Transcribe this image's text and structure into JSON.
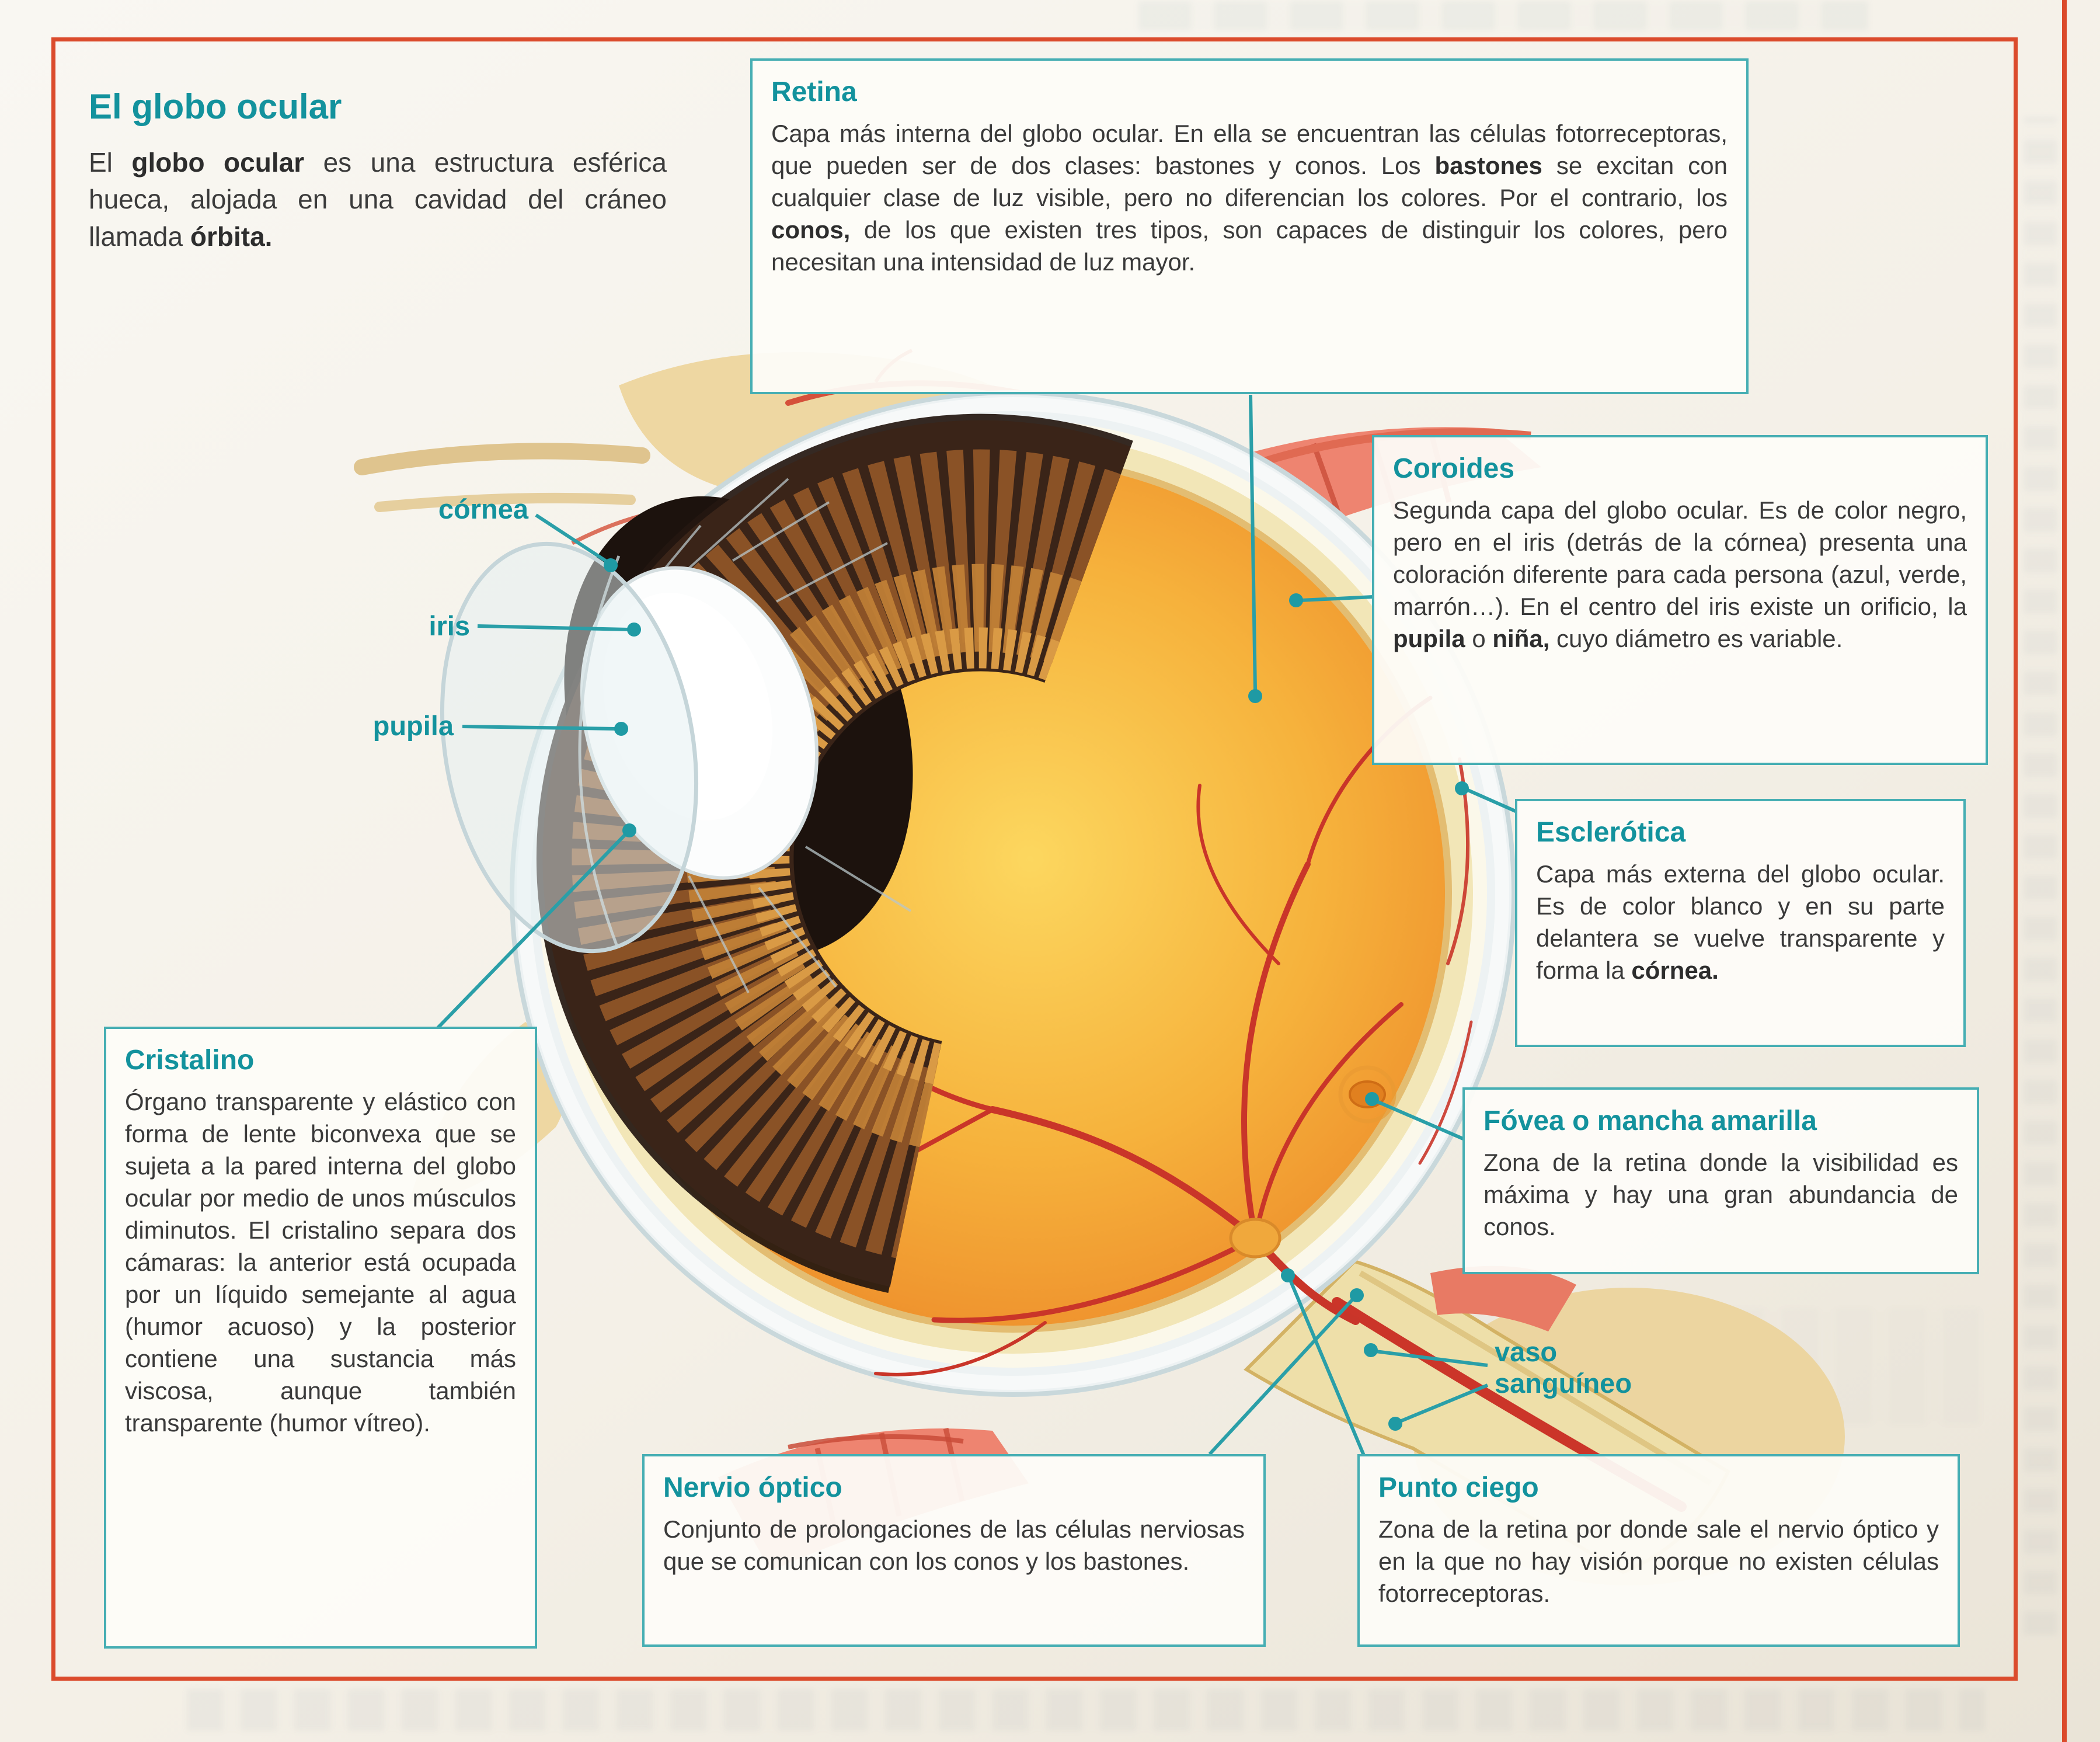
{
  "page": {
    "title": "El globo ocular",
    "intro": {
      "t1": "El ",
      "b1": "globo ocular",
      "t2": " es una estructura esférica hueca, alojada en una cavidad del cráneo llamada ",
      "b2": "órbita."
    }
  },
  "boxes": {
    "retina": {
      "title": "Retina",
      "t1": "Capa más interna del globo ocular. En ella se encuentran las células fotorreceptoras, que pueden ser de dos clases: bastones y conos. Los ",
      "b1": "bastones",
      "t2": " se excitan con cualquier clase de luz visible, pero no diferencian los colores. Por el contrario, los ",
      "b2": "conos,",
      "t3": " de los que existen tres tipos, son capaces de distinguir los colores, pero necesitan una intensidad de luz mayor."
    },
    "coroides": {
      "title": "Coroides",
      "t1": "Segunda capa del globo ocular. Es de color negro, pero en el iris (detrás de la córnea) presenta una coloración diferente para cada persona (azul, verde, marrón…). En el centro del iris existe un orificio, la ",
      "b1": "pupila",
      "t2": " o ",
      "b2": "niña,",
      "t3": " cuyo diámetro es variable."
    },
    "esclerotica": {
      "title": "Esclerótica",
      "t1": "Capa más externa del globo ocular. Es de color blanco y en su parte delantera se vuelve transparente y forma la ",
      "b1": "córnea."
    },
    "cristalino": {
      "title": "Cristalino",
      "t1": "Órgano transparente y elástico con forma de lente biconvexa que se sujeta a la pared interna del globo ocular por medio de unos músculos diminutos. El cristalino separa dos cámaras: la anterior está ocupada por un líquido semejante al agua (humor acuoso) y la posterior contiene una sustancia más viscosa, aunque también transparente (humor vítreo)."
    },
    "fovea": {
      "title": "Fóvea o mancha amarilla",
      "t1": "Zona de la retina donde la visibilidad es máxima y hay una gran abundancia de conos."
    },
    "nervio": {
      "title": "Nervio óptico",
      "t1": "Conjunto de prolongaciones de las células nerviosas que se comunican con los conos y los bastones."
    },
    "punto": {
      "title": "Punto ciego",
      "t1": "Zona de la retina por donde sale el nervio óptico y en la que no hay visión porque no existen células fotorreceptoras."
    }
  },
  "pointer_labels": {
    "cornea": "córnea",
    "iris": "iris",
    "pupila": "pupila",
    "vaso1": "vaso",
    "vaso2": "sanguíneo"
  },
  "colors": {
    "accent_teal": "#13929d",
    "callout_border": "#46aeb3",
    "frame_red": "#db4b2c"
  }
}
